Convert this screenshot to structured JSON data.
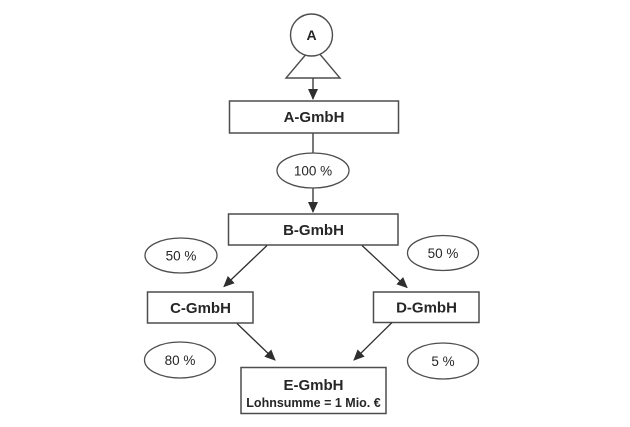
{
  "diagram": {
    "person": {
      "label": "A"
    },
    "nodes": [
      {
        "id": "a-gmbh",
        "label": "A-GmbH"
      },
      {
        "id": "b-gmbh",
        "label": "B-GmbH"
      },
      {
        "id": "c-gmbh",
        "label": "C-GmbH"
      },
      {
        "id": "d-gmbh",
        "label": "D-GmbH"
      },
      {
        "id": "e-gmbh",
        "label": "E-GmbH",
        "sublabel": "Lohnsumme = 1 Mio. €"
      }
    ],
    "edges": [
      {
        "from": "A",
        "to": "A-GmbH",
        "label": ""
      },
      {
        "from": "A-GmbH",
        "to": "B-GmbH",
        "label": "100 %"
      },
      {
        "from": "B-GmbH",
        "to": "C-GmbH",
        "label": "50 %"
      },
      {
        "from": "B-GmbH",
        "to": "D-GmbH",
        "label": "50 %"
      },
      {
        "from": "C-GmbH",
        "to": "E-GmbH",
        "label": "80 %"
      },
      {
        "from": "D-GmbH",
        "to": "E-GmbH",
        "label": "5 %"
      }
    ],
    "colors": {
      "background": "#ffffff",
      "line": "#2f2f2f",
      "border": "#4d4d4d",
      "text": "#262626"
    }
  }
}
